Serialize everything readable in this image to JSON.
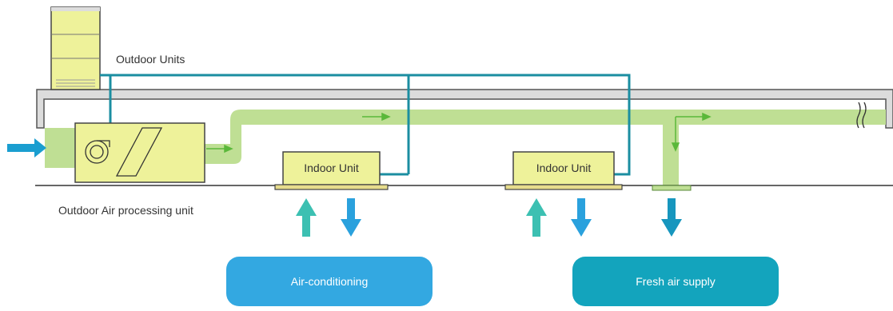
{
  "labels": {
    "outdoor_units": "Outdoor Units",
    "outdoor_air_processing_unit": "Outdoor Air processing unit",
    "indoor_unit_1": "Indoor Unit",
    "indoor_unit_2": "Indoor Unit"
  },
  "buttons": {
    "air_conditioning": "Air-conditioning",
    "fresh_air_supply": "Fresh air supply"
  },
  "colors": {
    "unit_fill": "#eef29a",
    "duct_fill": "#bfdf94",
    "duct_arrow": "#5ab83a",
    "pipe": "#1b8ea1",
    "ceiling_fill": "#dcdcdc",
    "ceiling_stroke": "#555555",
    "arrow_up": "#3cc0b2",
    "arrow_down": "#2aa1dd",
    "arrow_down_dark": "#1796be",
    "inlet_arrow": "#1a9ed0",
    "pill_ac": "#33a8e1",
    "pill_fresh": "#13a4bd"
  },
  "icons": [
    "fan-icon",
    "filter-icon",
    "break-mark-icon"
  ]
}
